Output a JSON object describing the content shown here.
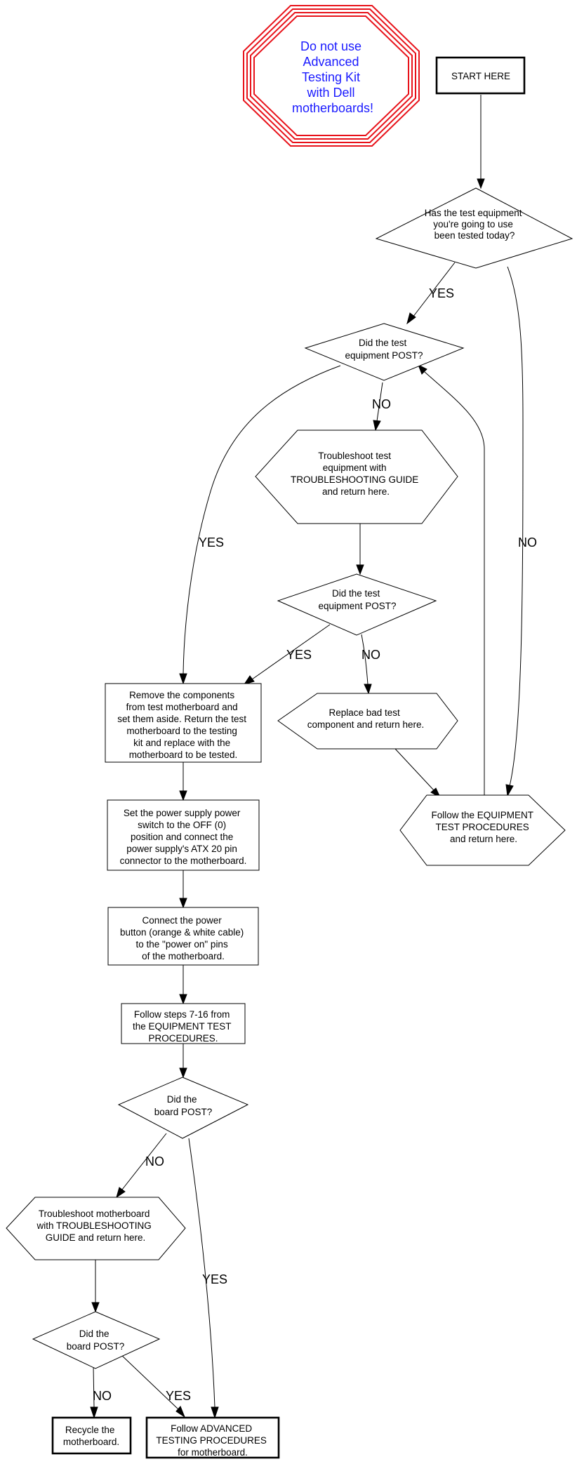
{
  "nodes": {
    "warning": [
      "Do not use",
      "Advanced",
      "Testing Kit",
      "with Dell",
      "motherboards!"
    ],
    "start": [
      "START HERE"
    ],
    "tested_today": [
      "Has the test equipment",
      "you're going to use",
      "been tested today?"
    ],
    "post1": [
      "Did the test",
      "equipment POST?"
    ],
    "troubleshoot_equipment": [
      "Troubleshoot test",
      "equipment with",
      "TROUBLESHOOTING GUIDE",
      "and return here."
    ],
    "post2": [
      "Did the test",
      "equipment POST?"
    ],
    "replace_bad": [
      "Replace bad test",
      "component and return here."
    ],
    "follow_equipment": [
      "Follow the EQUIPMENT",
      "TEST PROCEDURES",
      "and return here."
    ],
    "remove_components": [
      "Remove the components",
      "from test motherboard and",
      "set them aside. Return the test",
      "motherboard to the testing",
      "kit and replace with the",
      "motherboard to be tested."
    ],
    "power_switch": [
      "Set the power supply power",
      "switch to the OFF (0)",
      "position and connect the",
      "power supply's ATX 20 pin",
      "connector to the motherboard."
    ],
    "power_button": [
      "Connect the power",
      "button (orange & white cable)",
      "to the \"power on\" pins",
      "of the motherboard."
    ],
    "follow_steps": [
      "Follow steps 7-16 from",
      "the EQUIPMENT TEST",
      "PROCEDURES."
    ],
    "board_post1": [
      "Did the",
      "board POST?"
    ],
    "troubleshoot_motherboard": [
      "Troubleshoot motherboard",
      "with TROUBLESHOOTING",
      "GUIDE and return here."
    ],
    "board_post2": [
      "Did the",
      "board POST?"
    ],
    "recycle": [
      "Recycle the",
      "motherboard."
    ],
    "advanced": [
      "Follow ADVANCED",
      "TESTING PROCEDURES",
      "for motherboard."
    ]
  },
  "edge_labels": {
    "tested_yes": "YES",
    "tested_no": "NO",
    "post1_no": "NO",
    "post1_yes": "YES",
    "post2_yes": "YES",
    "post2_no": "NO",
    "board1_no": "NO",
    "board1_yes": "YES",
    "board2_no": "NO",
    "board2_yes": "YES"
  }
}
